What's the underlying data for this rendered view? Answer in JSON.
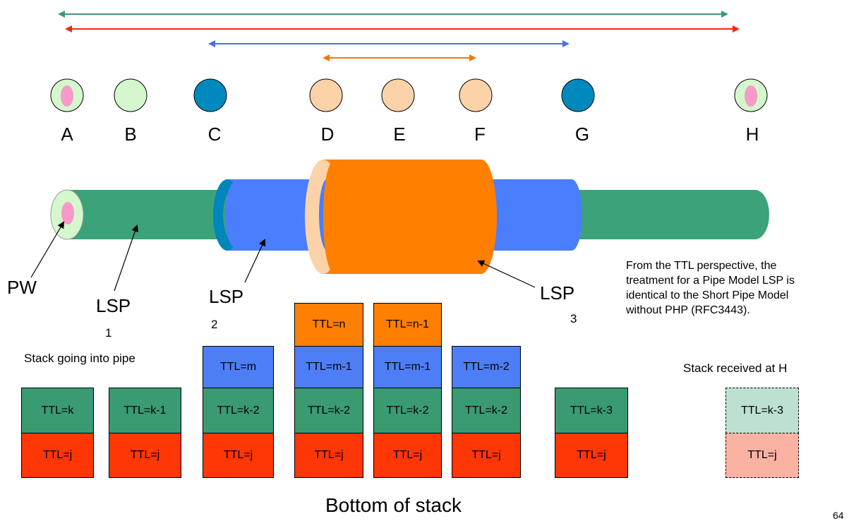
{
  "colors": {
    "green_arrow": "#3d9970",
    "red_arrow": "#ee2a10",
    "blue_arrow": "#4a72e0",
    "orange_arrow": "#ef7a0e",
    "pw_fill": "#d5f7cd",
    "pw_core": "#f79ac9",
    "c_g_fill": "#0089bd",
    "d_f_fill": "#fcd2a9",
    "lsp1": "#3ba27a",
    "lsp2": "#4a7efc",
    "lsp2_ring": "#0086bb",
    "lsp3": "#ff7f00",
    "lsp3_ring": "#fcd2a9",
    "ttl_green": "#3a9a72",
    "ttl_red": "#ff3606",
    "ttl_blue": "#4d7ef5",
    "ttl_orange": "#ff7f00",
    "recv_green": "#bce1d0",
    "recv_red": "#fab2a3"
  },
  "nodes": [
    {
      "label": "A",
      "style": "pw"
    },
    {
      "label": "B",
      "style": "plain"
    },
    {
      "label": "C",
      "style": "blue"
    },
    {
      "label": "D",
      "style": "peach"
    },
    {
      "label": "E",
      "style": "peach"
    },
    {
      "label": "F",
      "style": "peach"
    },
    {
      "label": "G",
      "style": "blue"
    },
    {
      "label": "H",
      "style": "pw"
    }
  ],
  "cable_labels": {
    "pw": "PW",
    "lsp1": "LSP",
    "lsp1_sub": "1",
    "lsp2": "LSP",
    "lsp2_sub": "2",
    "lsp3": "LSP",
    "lsp3_sub": "3"
  },
  "note": "From the TTL perspective, the treatment for a Pipe Model LSP is identical to the Short Pipe Model without PHP (RFC3443).",
  "stack_going_caption": "Stack going into pipe",
  "stack_received_caption": "Stack received at H",
  "stacks": [
    {
      "cells": [
        "TTL=k",
        "TTL=j"
      ]
    },
    {
      "cells": [
        "TTL=k-1",
        "TTL=j"
      ]
    },
    {
      "cells": [
        "TTL=m",
        "TTL=k-2",
        "TTL=j"
      ]
    },
    {
      "cells": [
        "TTL=n",
        "TTL=m-1",
        "TTL=k-2",
        "TTL=j"
      ]
    },
    {
      "cells": [
        "TTL=n-1",
        "TTL=m-1",
        "TTL=k-2",
        "TTL=j"
      ]
    },
    {
      "cells": [
        "TTL=m-2",
        "TTL=k-2",
        "TTL=j"
      ]
    },
    {
      "cells": [
        "TTL=k-3",
        "TTL=j"
      ]
    }
  ],
  "received_stack": {
    "cells": [
      "TTL=k-3",
      "TTL=j"
    ]
  },
  "footer": "Bottom of stack",
  "page_number": "64"
}
